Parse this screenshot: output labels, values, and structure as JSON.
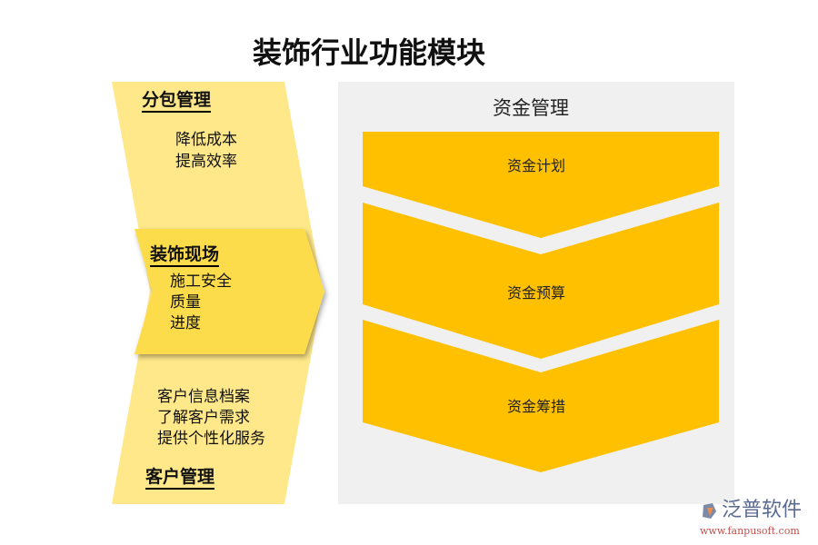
{
  "title": "装饰行业功能模块",
  "left": {
    "subcontract": {
      "heading": "分包管理",
      "items": [
        "降低成本",
        "提高效率"
      ]
    },
    "site": {
      "heading": "装饰现场",
      "items": [
        "施工安全",
        "质量",
        "进度"
      ]
    },
    "customer": {
      "heading": "客户管理",
      "items": [
        "客户信息档案",
        "了解客户需求",
        "提供个性化服务"
      ]
    }
  },
  "right": {
    "heading": "资金管理",
    "steps": [
      "资金计划",
      "资金预算",
      "资金筹措"
    ]
  },
  "watermark": {
    "name": "泛普软件",
    "url": "www.fanpusoft.com"
  },
  "colors": {
    "light_yellow": "#FFE88A",
    "mid_yellow": "#FDDC4C",
    "orange": "#FFC000",
    "panel": "#F0F0F0"
  }
}
